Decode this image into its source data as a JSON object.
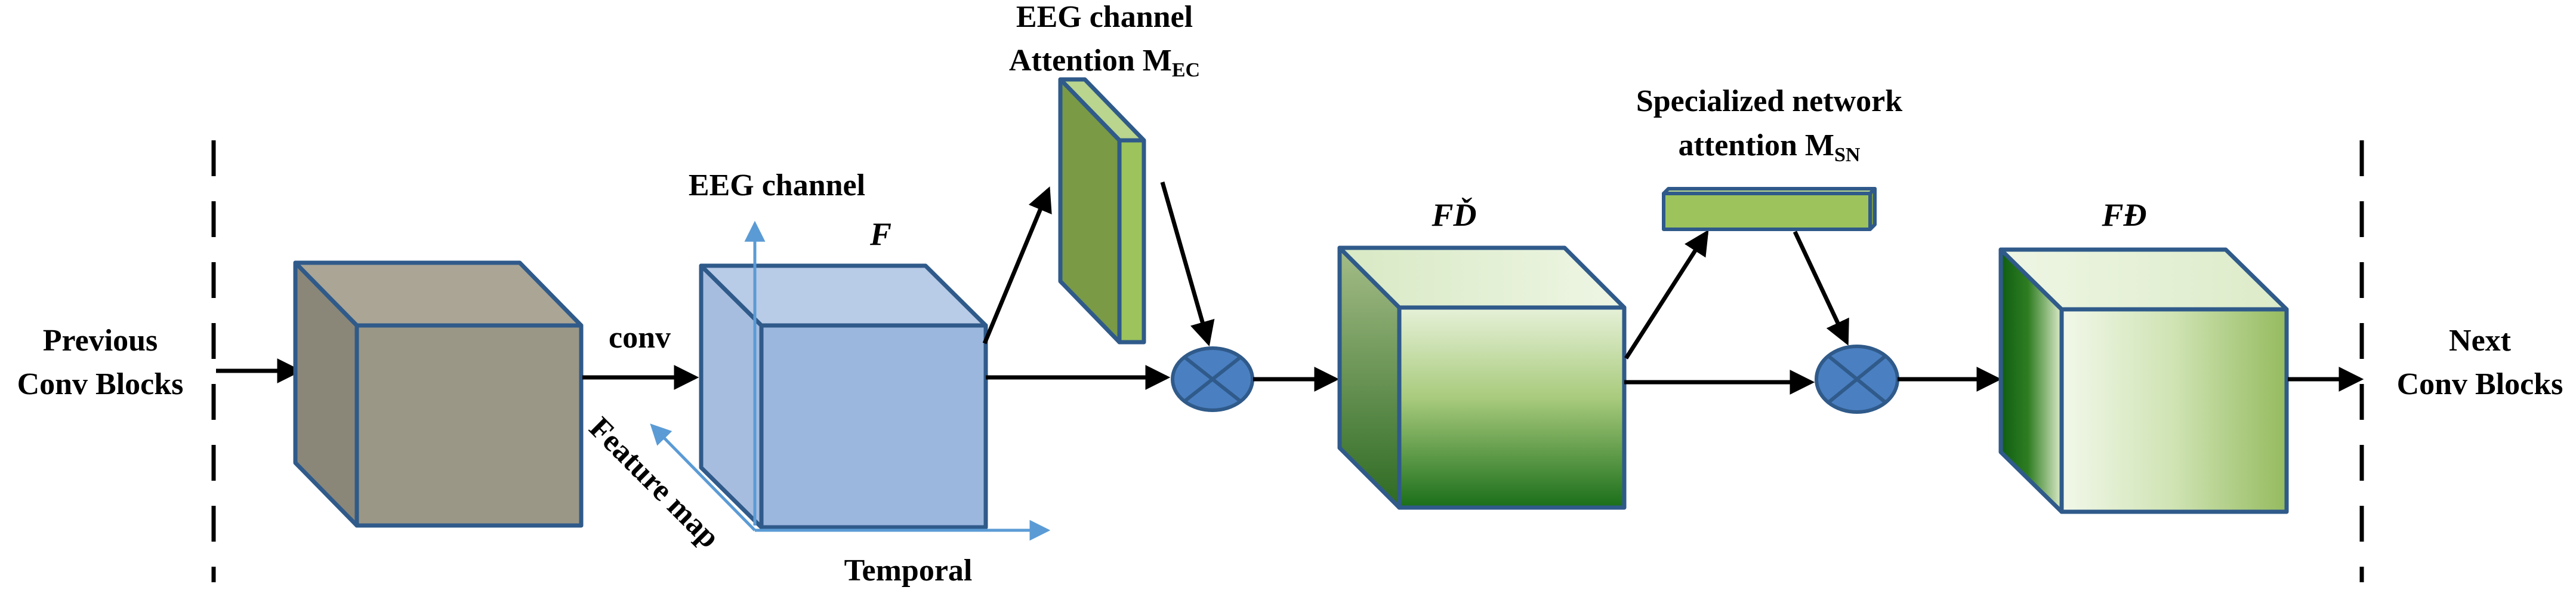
{
  "labels": {
    "previous_line1": "Previous",
    "previous_line2": "Conv Blocks",
    "next_line1": "Next",
    "next_line2": "Conv Blocks",
    "conv": "conv",
    "eeg_channel_axis": "EEG channel",
    "feature_map_axis": "Feature map",
    "temporal_axis": "Temporal",
    "f": "F",
    "f_prime": "FĎ",
    "f_double_prime": "FĐ",
    "eeg_att_line1": "EEG channel",
    "eeg_att_line2_main": "Attention M",
    "eeg_att_line2_sub": "EC",
    "sn_att_line1": "Specialized network",
    "sn_att_line2_main": "attention M",
    "sn_att_line2_sub": "SN"
  },
  "colors": {
    "stroke_blue": "#2f5a8a",
    "gray_box_front": "#9b9786",
    "gray_box_top": "#aaa595",
    "gray_box_side": "#8a8778",
    "blue_box_front": "#9bb7de",
    "blue_box_top": "#b8cbe7",
    "blue_box_side": "#a7bde0",
    "axis_arrow": "#5b9bd5",
    "green_light": "#e8f2dc",
    "green_mid": "#9ebf6a",
    "green_dark": "#136314",
    "attention_front": "#7a9a45",
    "attention_side": "#9cc35c",
    "multiply_fill": "#4a7fc1"
  }
}
